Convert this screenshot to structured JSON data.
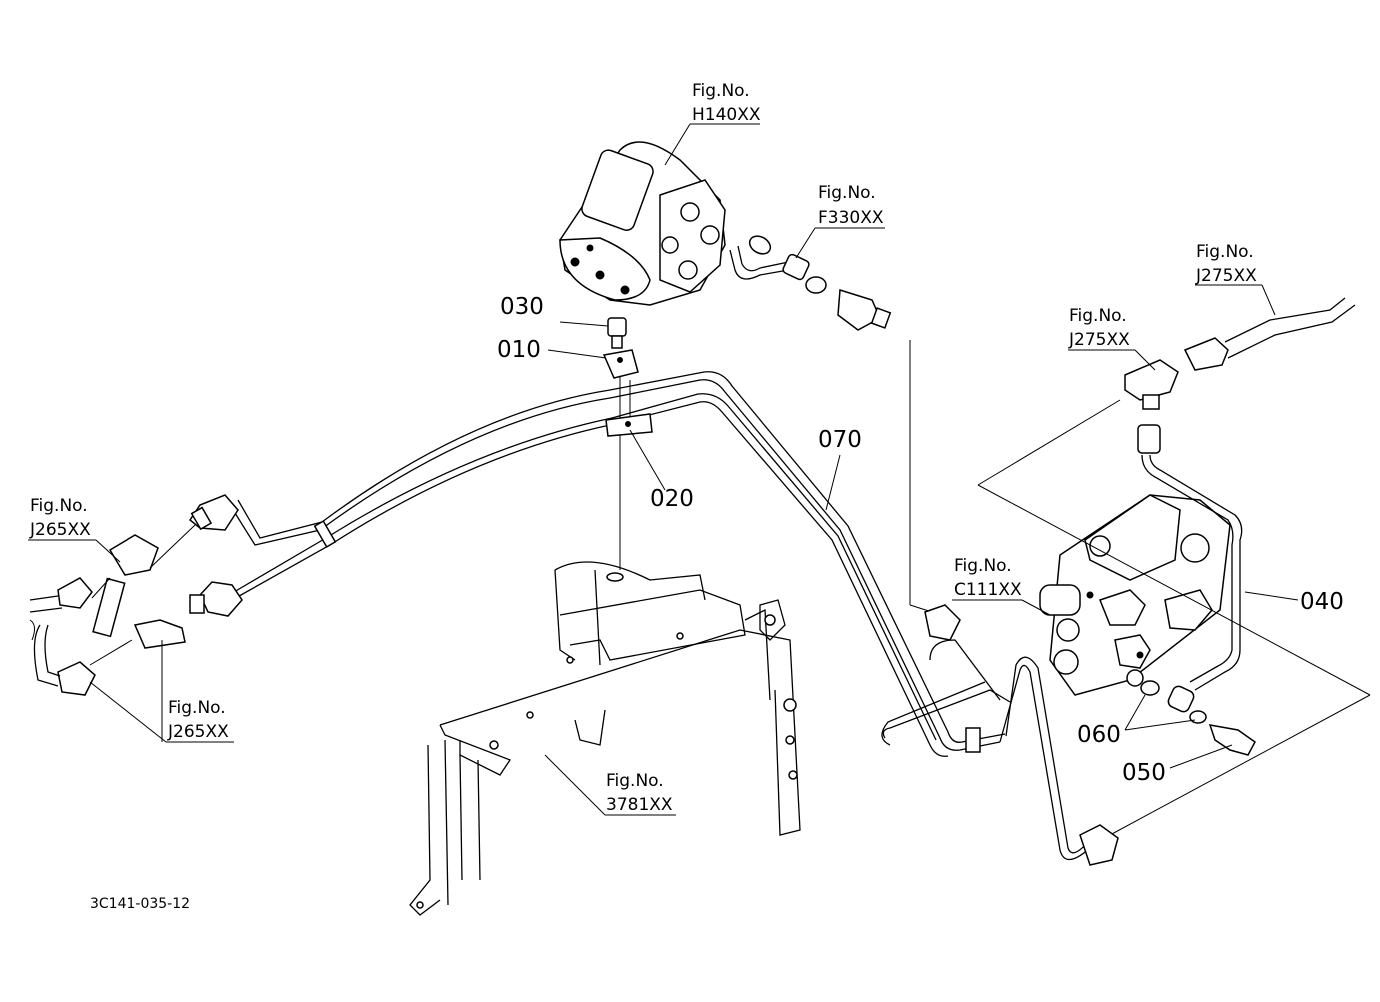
{
  "callouts": [
    {
      "id": "h140",
      "label": "Fig.No.",
      "code": "H140XX"
    },
    {
      "id": "f330",
      "label": "Fig.No.",
      "code": "F330XX"
    },
    {
      "id": "j275a",
      "label": "Fig.No.",
      "code": "J275XX"
    },
    {
      "id": "j275b",
      "label": "Fig.No.",
      "code": "J275XX"
    },
    {
      "id": "j265a",
      "label": "Fig.No.",
      "code": "J265XX"
    },
    {
      "id": "j265b",
      "label": "Fig.No.",
      "code": "J265XX"
    },
    {
      "id": "c111",
      "label": "Fig.No.",
      "code": "C111XX"
    },
    {
      "id": "f3781",
      "label": "Fig.No.",
      "code": "3781XX"
    }
  ],
  "parts": [
    "030",
    "010",
    "020",
    "070",
    "040",
    "060",
    "050"
  ],
  "drawing_code": "3C141-035-12"
}
